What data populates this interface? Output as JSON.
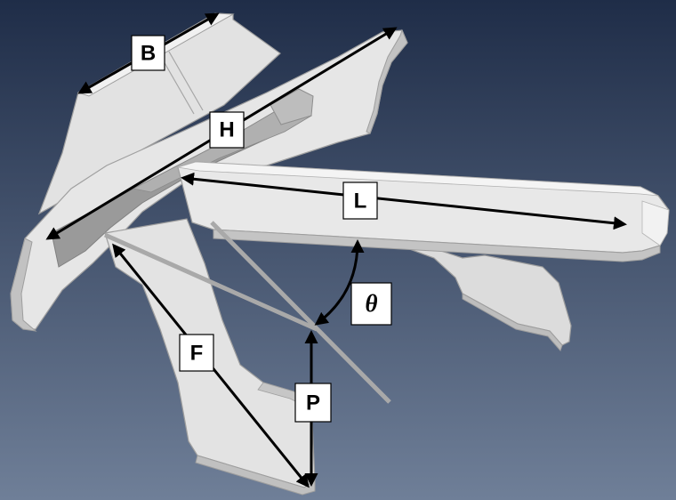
{
  "colors": {
    "background_top": "#1f2d48",
    "background_bottom": "#6f7f98",
    "part_face": "#e4e4e4",
    "part_edge": "#b6b6b6",
    "part_dark": "#8f8f8f",
    "guide_line": "#a8a8a8",
    "arrow": "#000000"
  },
  "labels": {
    "B": "B",
    "H": "H",
    "L": "L",
    "theta": "θ",
    "F": "F",
    "P": "P"
  }
}
